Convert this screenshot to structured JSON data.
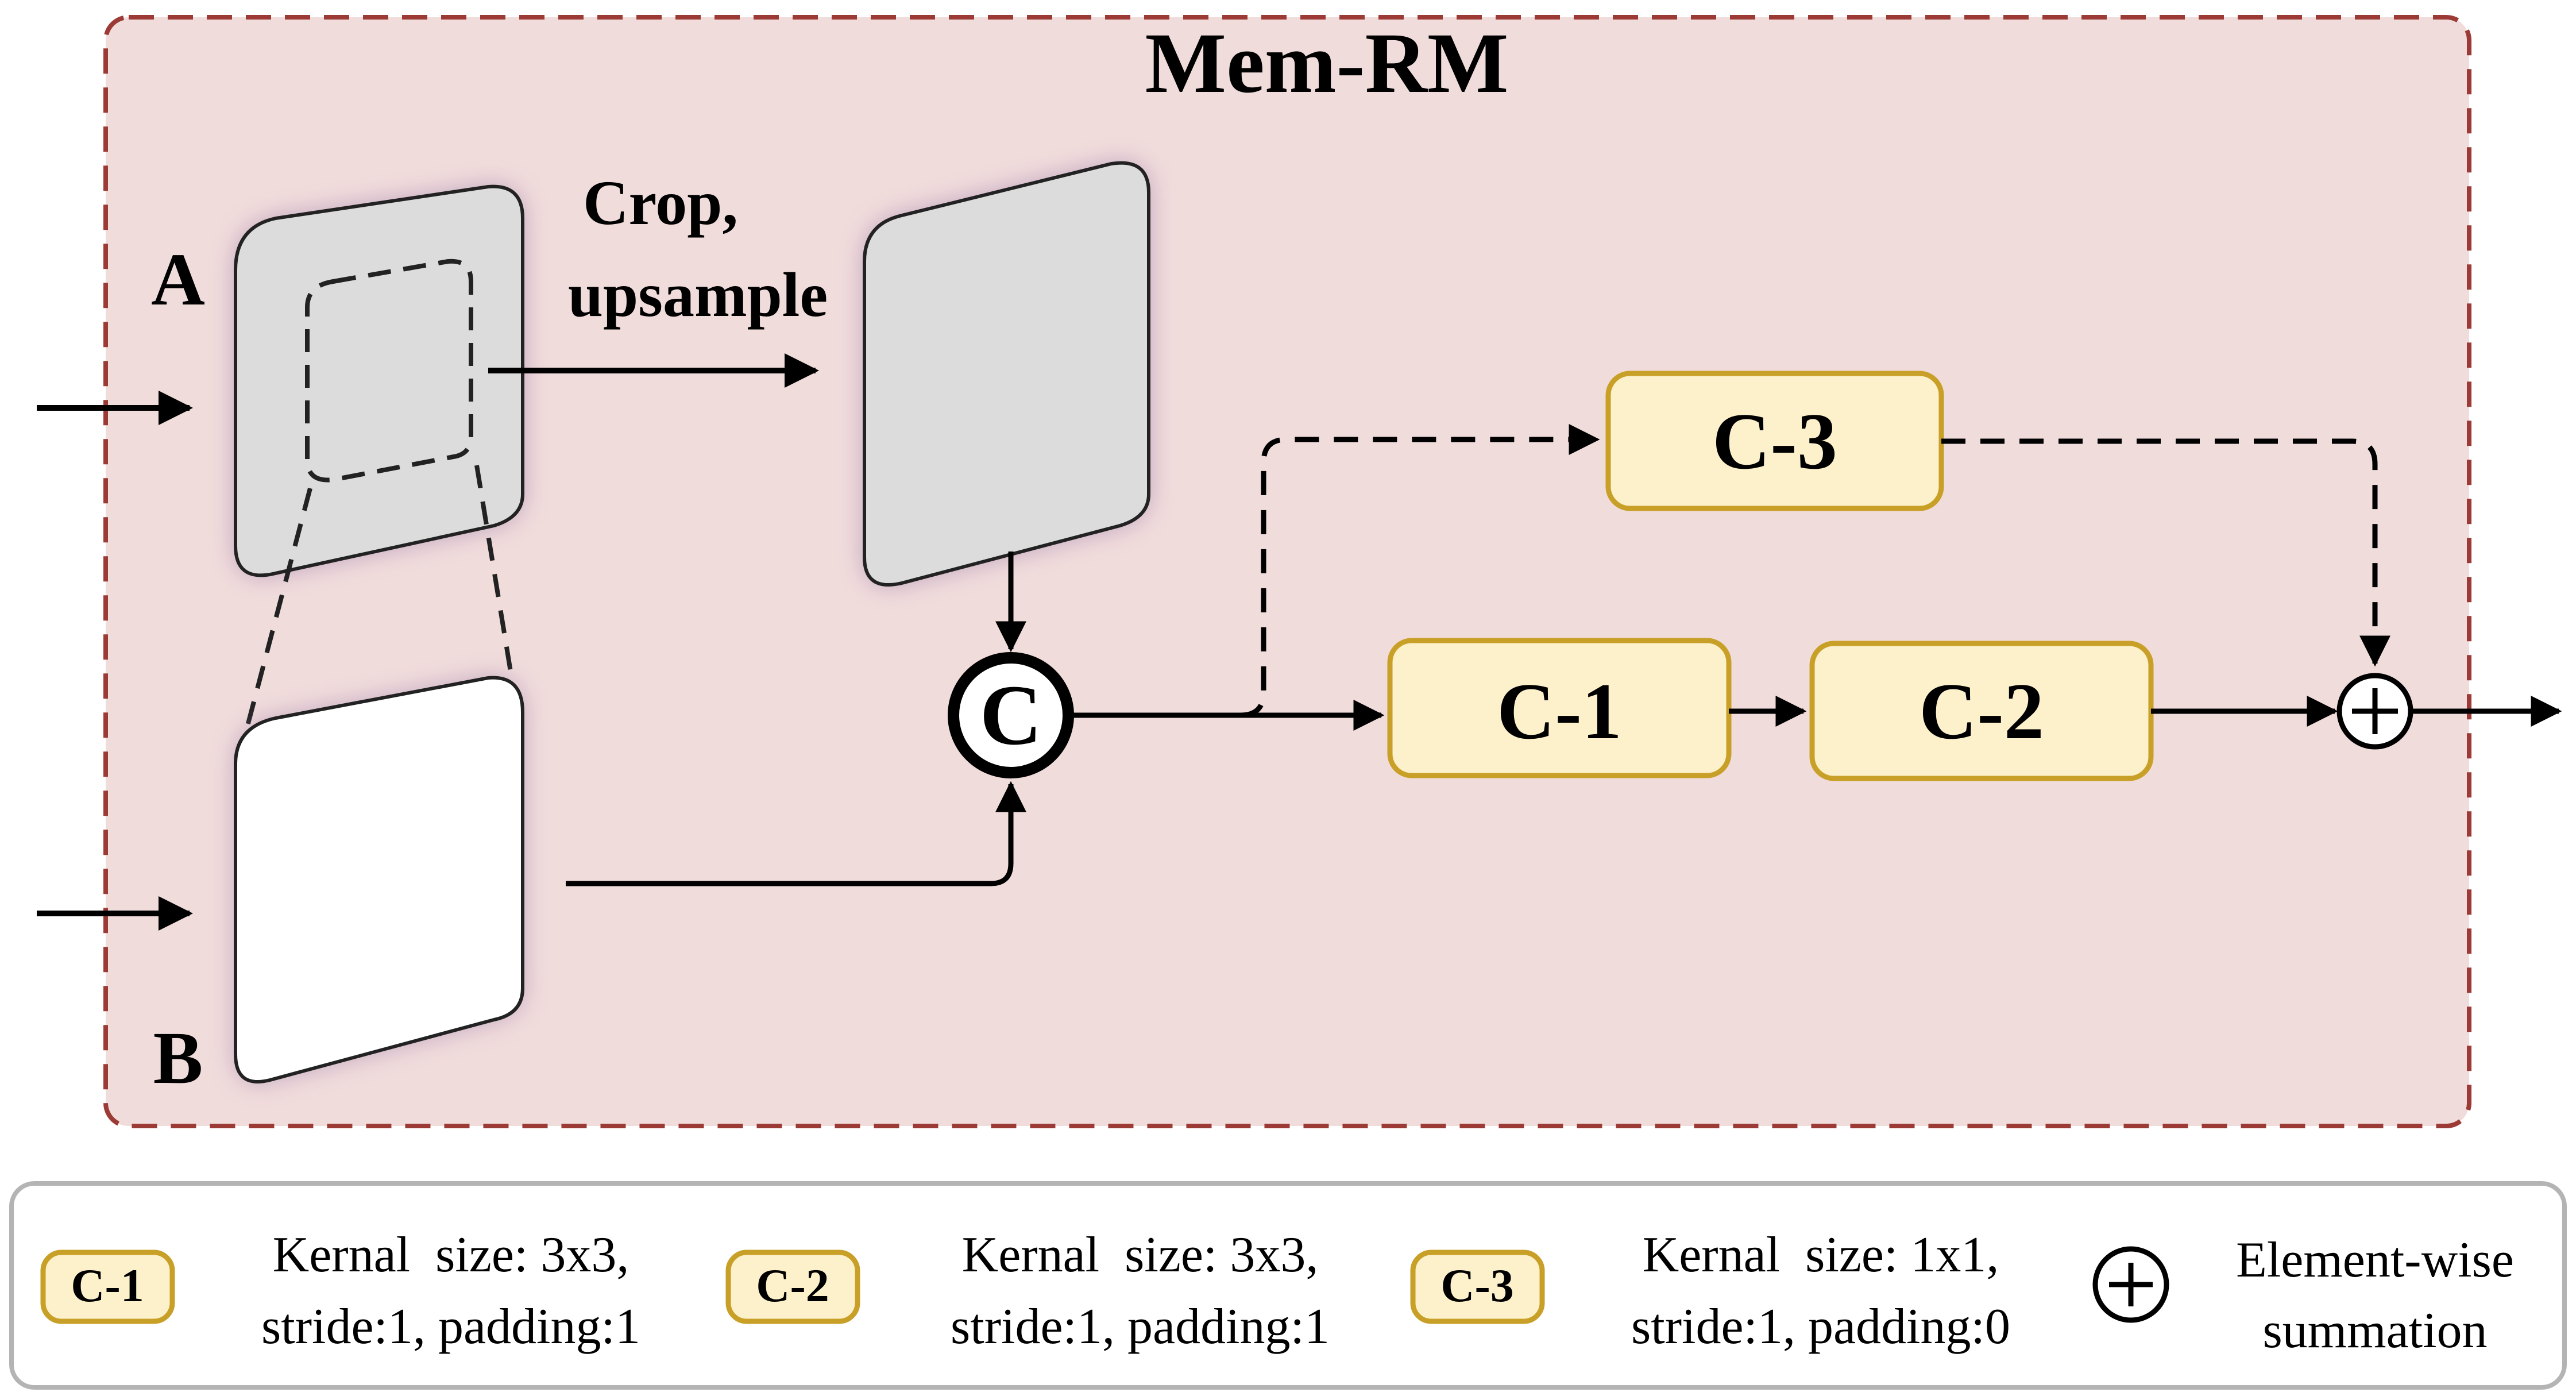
{
  "module": {
    "title": "Mem-RM",
    "label_a": "A",
    "label_b": "B",
    "crop_line1": "Crop,",
    "crop_line2": "upsample",
    "concat_symbol": "C",
    "sum_symbol": "+",
    "blocks": {
      "c1": "C-1",
      "c2": "C-2",
      "c3": "C-3"
    }
  },
  "legend": {
    "items": [
      {
        "badge": "C-1",
        "line1": "Kernal  size: 3x3,",
        "line2": "stride:1, padding:1"
      },
      {
        "badge": "C-2",
        "line1": "Kernal  size: 3x3,",
        "line2": "stride:1, padding:1"
      },
      {
        "badge": "C-3",
        "line1": "Kernal  size: 1x1,",
        "line2": "stride:1, padding:0"
      }
    ],
    "sum": {
      "symbol": "+",
      "line1": "Element-wise",
      "line2": "summation"
    }
  },
  "colors": {
    "module_fill": "#f1dcdc",
    "module_border": "#9c3b35",
    "block_fill": "#fdf1cc",
    "block_border": "#c9a027",
    "feature_a_fill": "#dcdcdc",
    "feature_b_fill": "#ffffff",
    "glow": "#8f6fa0",
    "legend_border": "#b4b4b4"
  }
}
